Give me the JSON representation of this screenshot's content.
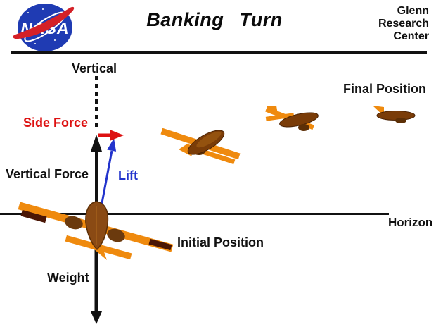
{
  "header": {
    "title": "Banking Turn",
    "org_lines": [
      "Glenn",
      "Research",
      "Center"
    ],
    "logo_text": "NASA"
  },
  "labels": {
    "vertical": "Vertical",
    "side_force": "Side Force",
    "vertical_force": "Vertical Force",
    "lift": "Lift",
    "weight": "Weight",
    "horizon": "Horizon",
    "initial_position": "Initial Position",
    "final_position": "Final Position"
  },
  "colors": {
    "side_force_red": "#dd1111",
    "lift_blue": "#2233cc",
    "vector_black": "#111111",
    "nasa_blue": "#1f3bb3",
    "nasa_red": "#d42027",
    "wing_orange": "#ef8a0e",
    "fuselage_brown": "#8a4a14",
    "winglet_dark": "#4a1605",
    "background": "#ffffff"
  },
  "icons": {
    "nasa_insignia": "nasa-meatball-logo",
    "aircraft": [
      "airplane-banked-initial",
      "airplane-banked-turning",
      "airplane-leveling",
      "airplane-level-final"
    ]
  }
}
